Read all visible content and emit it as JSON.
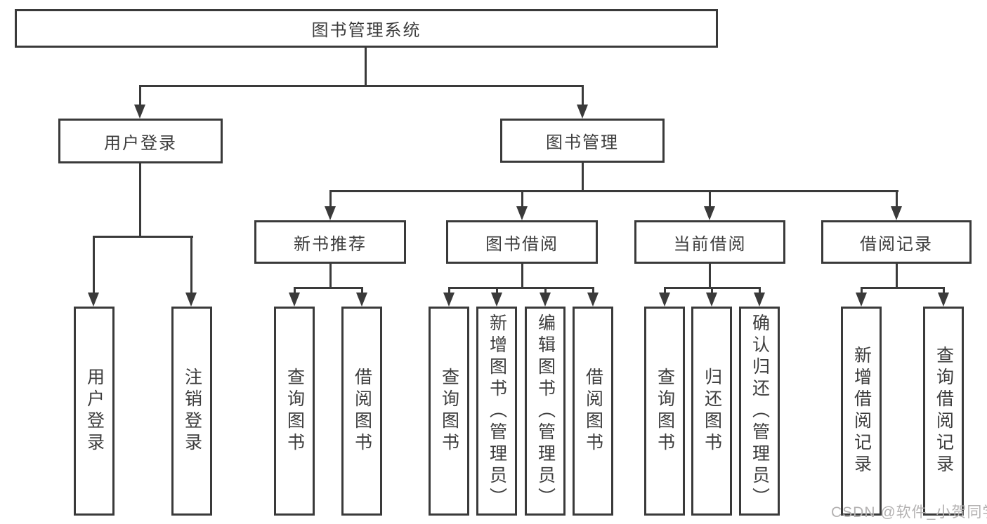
{
  "diagram_title": "图书管理系统",
  "tree": {
    "root": {
      "label": "图书管理系统"
    },
    "children": [
      {
        "label": "用户登录",
        "children": [
          {
            "label": "用户登录"
          },
          {
            "label": "注销登录"
          }
        ]
      },
      {
        "label": "图书管理",
        "children": [
          {
            "label": "新书推荐",
            "children": [
              {
                "label": "查询图书"
              },
              {
                "label": "借阅图书"
              }
            ]
          },
          {
            "label": "图书借阅",
            "children": [
              {
                "label": "查询图书"
              },
              {
                "label": "新增图书（管理员）"
              },
              {
                "label": "编辑图书（管理员）"
              },
              {
                "label": "借阅图书"
              }
            ]
          },
          {
            "label": "当前借阅",
            "children": [
              {
                "label": "查询图书"
              },
              {
                "label": "归还图书"
              },
              {
                "label": "确认归还（管理员）"
              }
            ]
          },
          {
            "label": "借阅记录",
            "children": [
              {
                "label": "新增借阅记录"
              },
              {
                "label": "查询借阅记录"
              }
            ]
          }
        ]
      }
    ]
  },
  "watermark": {
    "text": "CSDN @软件_小贺同学"
  },
  "colors": {
    "line": "#3a3a3a",
    "text": "#3d3d3d",
    "background": "#ffffff",
    "watermark": "#b3b1b1"
  }
}
